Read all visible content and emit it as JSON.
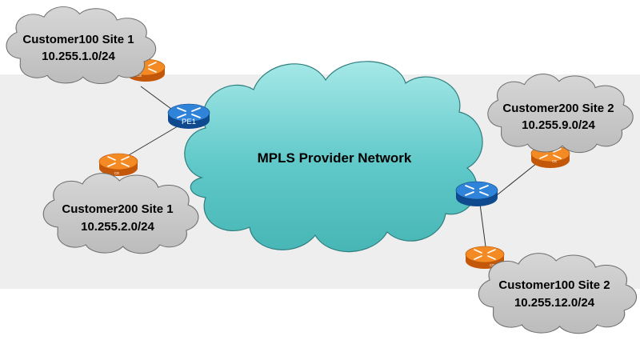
{
  "provider_network": {
    "label": "MPLS Provider Network",
    "color": "#66cccc"
  },
  "sites": [
    {
      "name": "Customer100 Site 1",
      "subnet": "10.255.1.0/24"
    },
    {
      "name": "Customer200 Site 2",
      "subnet": "10.255.9.0/24"
    },
    {
      "name": "Customer200 Site 1",
      "subnet": "10.255.2.0/24"
    },
    {
      "name": "Customer100 Site 2",
      "subnet": "10.255.12.0/24"
    }
  ],
  "pe_router_label": "PE1",
  "ce_router_label": "CE",
  "colors": {
    "pe_router": "#1e6fc8",
    "ce_router": "#f07a10",
    "site_cloud": "#cccccc"
  }
}
